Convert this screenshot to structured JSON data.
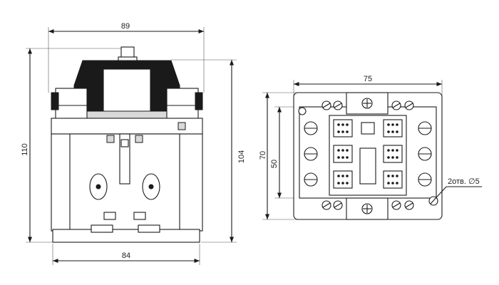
{
  "dimensions": {
    "front_width_top": "89",
    "front_height_total": "110",
    "front_height_body": "104",
    "front_width_base": "84",
    "side_width": "75",
    "side_height_outer": "70",
    "side_height_inner": "50",
    "hole_note": "2отв. ∅5"
  },
  "colors": {
    "line": "#1a1a1a",
    "dark_fill": "#1a1a1a",
    "grey_fill": "#d9d9d9",
    "background": "#ffffff"
  }
}
